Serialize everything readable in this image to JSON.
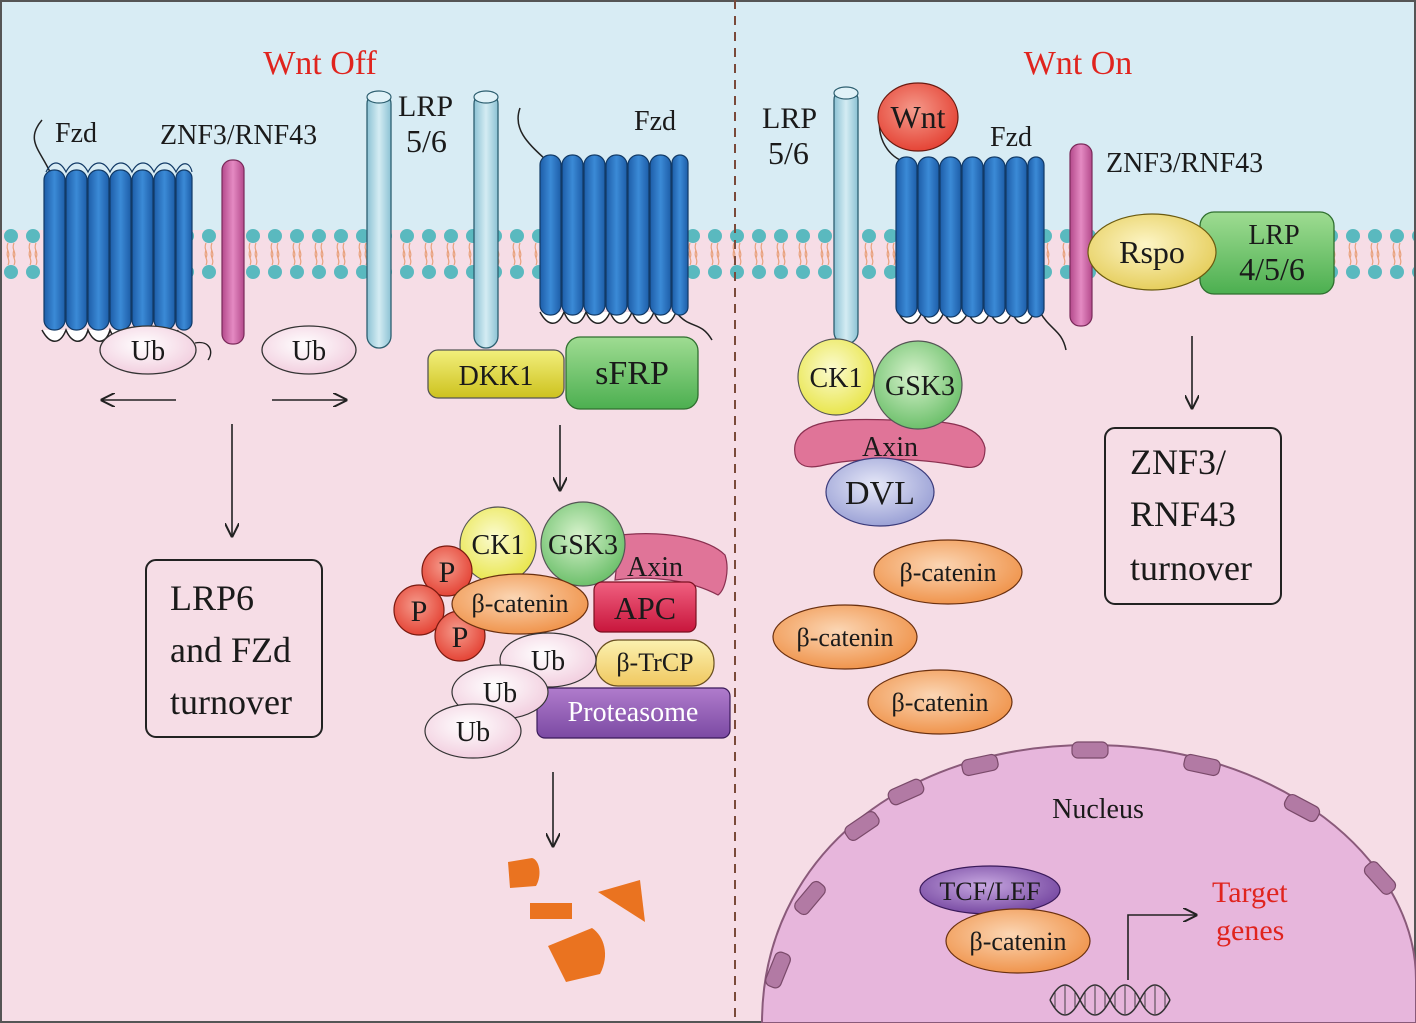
{
  "colors": {
    "extracellular": "#d8ecf4",
    "cytoplasm": "#f6dde6",
    "nucleus": "#e7b6dc",
    "receptor_blue": "#2f79c4",
    "lrp_tube": "#a9d4e2",
    "znf_pink": "#cc5ea2",
    "title_red": "#e0241e",
    "fragment_orange": "#ea7320"
  },
  "titles": {
    "wnt_off": "Wnt Off",
    "wnt_on": "Wnt On"
  },
  "left_panel": {
    "fzd_label": "Fzd",
    "znf3_label": "ZNF3/RNF43",
    "lrp_label_line1": "LRP",
    "lrp_label_line2": "5/6",
    "fzd2_label": "Fzd",
    "ub1": "Ub",
    "ub2": "Ub",
    "dkk1": "DKK1",
    "sfrp": "sFRP",
    "turnover_box": [
      "LRP6",
      "and FZd",
      "turnover"
    ],
    "destruction": {
      "ck1": "CK1",
      "gsk3": "GSK3",
      "axin": "Axin",
      "p": "P",
      "beta_catenin": "β-catenin",
      "apc": "APC",
      "ub": "Ub",
      "btrcp": "β-TrCP",
      "proteasome": "Proteasome"
    }
  },
  "right_panel": {
    "lrp_label_line1": "LRP",
    "lrp_label_line2": "5/6",
    "wnt": "Wnt",
    "fzd_label": "Fzd",
    "znf3_label": "ZNF3/RNF43",
    "rspo": "Rspo",
    "lrp456_line1": "LRP",
    "lrp456_line2": "4/5/6",
    "ck1": "CK1",
    "gsk3": "GSK3",
    "axin": "Axin",
    "dvl": "DVL",
    "beta_catenin": "β-catenin",
    "turnover_box": [
      "ZNF3/",
      "RNF43",
      "turnover"
    ],
    "nucleus": "Nucleus",
    "tcf_lef": "TCF/LEF",
    "target_line1": "Target",
    "target_line2": "genes"
  }
}
